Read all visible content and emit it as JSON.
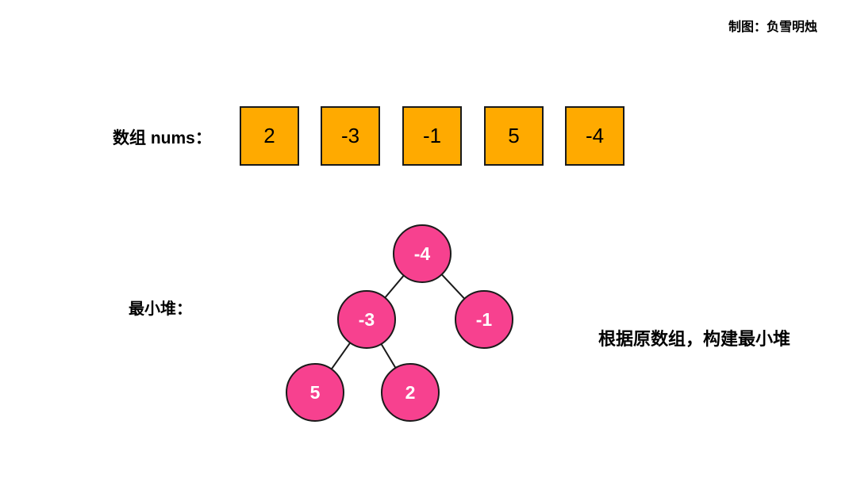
{
  "credit": "制图：负雪明烛",
  "array": {
    "label": "数组 nums：",
    "values": [
      "2",
      "-3",
      "-1",
      "5",
      "-4"
    ]
  },
  "heap": {
    "label": "最小堆：",
    "nodes": [
      {
        "id": "n0",
        "value": "-4"
      },
      {
        "id": "n1",
        "value": "-3"
      },
      {
        "id": "n2",
        "value": "-1"
      },
      {
        "id": "n3",
        "value": "5"
      },
      {
        "id": "n4",
        "value": "2"
      }
    ],
    "edges": [
      [
        "n0",
        "n1"
      ],
      [
        "n0",
        "n2"
      ],
      [
        "n1",
        "n3"
      ],
      [
        "n1",
        "n4"
      ]
    ]
  },
  "caption": "根据原数组，构建最小堆",
  "colors": {
    "array_cell": "#ffaa00",
    "heap_node": "#f7418f",
    "outline": "#1a1a1a",
    "node_text": "#ffffff"
  }
}
